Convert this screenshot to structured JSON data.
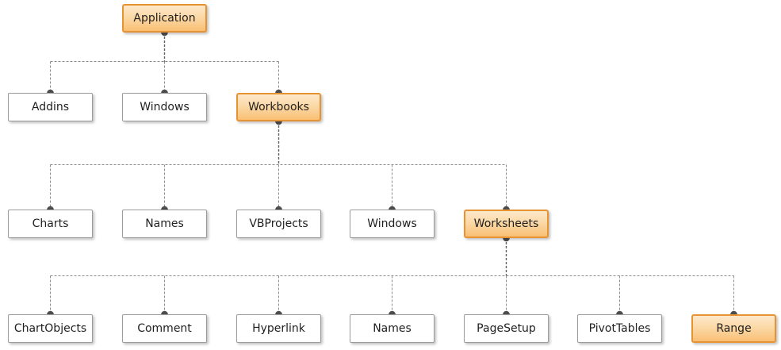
{
  "nodes": {
    "application": {
      "label": "Application",
      "highlighted": true
    },
    "addins": {
      "label": "Addins",
      "highlighted": false
    },
    "windows_app": {
      "label": "Windows",
      "highlighted": false
    },
    "workbooks": {
      "label": "Workbooks",
      "highlighted": true
    },
    "charts": {
      "label": "Charts",
      "highlighted": false
    },
    "names_wb": {
      "label": "Names",
      "highlighted": false
    },
    "vbprojects": {
      "label": "VBProjects",
      "highlighted": false
    },
    "windows_wb": {
      "label": "Windows",
      "highlighted": false
    },
    "worksheets": {
      "label": "Worksheets",
      "highlighted": true
    },
    "chartobjects": {
      "label": "ChartObjects",
      "highlighted": false
    },
    "comment": {
      "label": "Comment",
      "highlighted": false
    },
    "hyperlink": {
      "label": "Hyperlink",
      "highlighted": false
    },
    "names_ws": {
      "label": "Names",
      "highlighted": false
    },
    "pagesetup": {
      "label": "PageSetup",
      "highlighted": false
    },
    "pivottables": {
      "label": "PivotTables",
      "highlighted": false
    },
    "range": {
      "label": "Range",
      "highlighted": true
    }
  },
  "hierarchy": {
    "Application": [
      "Addins",
      "Windows",
      "Workbooks"
    ],
    "Workbooks": [
      "Charts",
      "Names",
      "VBProjects",
      "Windows",
      "Worksheets"
    ],
    "Worksheets": [
      "ChartObjects",
      "Comment",
      "Hyperlink",
      "Names",
      "PageSetup",
      "PivotTables",
      "Range"
    ]
  },
  "colors": {
    "highlight_fill_top": "#FDE8CA",
    "highlight_fill_bottom": "#F9BF74",
    "highlight_border": "#E79334",
    "node_border": "#9C9C9C",
    "connector_line": "#8C8C8C",
    "connector_stem": "#5F5F5F",
    "connector_dot": "#4D4D4D"
  }
}
